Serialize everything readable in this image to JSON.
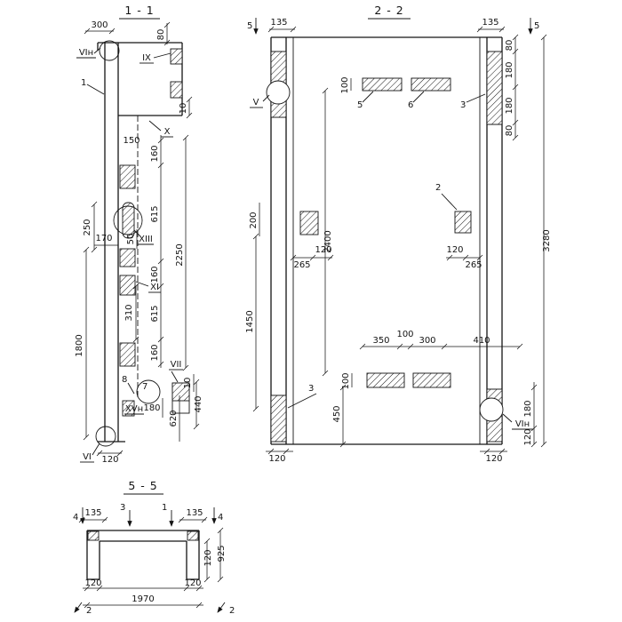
{
  "s1": {
    "title": "1 - 1",
    "labels": {
      "vin": "VIн",
      "ix": "IX",
      "x": "X",
      "xiii": "XIII",
      "xi": "XI",
      "vii": "VII",
      "xvn": "XVн",
      "vi": "VI"
    },
    "parts": {
      "p1": "1",
      "p7": "7",
      "p8": "8"
    },
    "dims": {
      "d300": "300",
      "d80": "80",
      "d10": "10",
      "d150": "150",
      "d160": "160",
      "d615": "615",
      "d2250": "2250",
      "d250": "250",
      "d170": "170",
      "d50": "50",
      "d310": "310",
      "d1800": "1800",
      "d180": "180",
      "d440": "440",
      "d620": "620",
      "d120": "120"
    }
  },
  "s2": {
    "title": "2 - 2",
    "cut_mark": "5",
    "labels": {
      "v": "V",
      "vin": "VIн"
    },
    "parts": {
      "p2": "2",
      "p3": "3",
      "p5": "5",
      "p6": "6"
    },
    "dims": {
      "d135": "135",
      "d80": "80",
      "d180": "180",
      "d100": "100",
      "d3280": "3280",
      "d2400": "2400",
      "d200": "200",
      "d1450": "1450",
      "d265": "265",
      "d120": "120",
      "d350": "350",
      "d300": "300",
      "d410": "410",
      "d450": "450"
    }
  },
  "s5": {
    "title": "5 - 5",
    "cut_marks": {
      "c1": "1",
      "c2": "2",
      "c3": "3",
      "c4": "4"
    },
    "dims": {
      "d135": "135",
      "d120": "120",
      "d925": "925",
      "d1970": "1970"
    }
  }
}
